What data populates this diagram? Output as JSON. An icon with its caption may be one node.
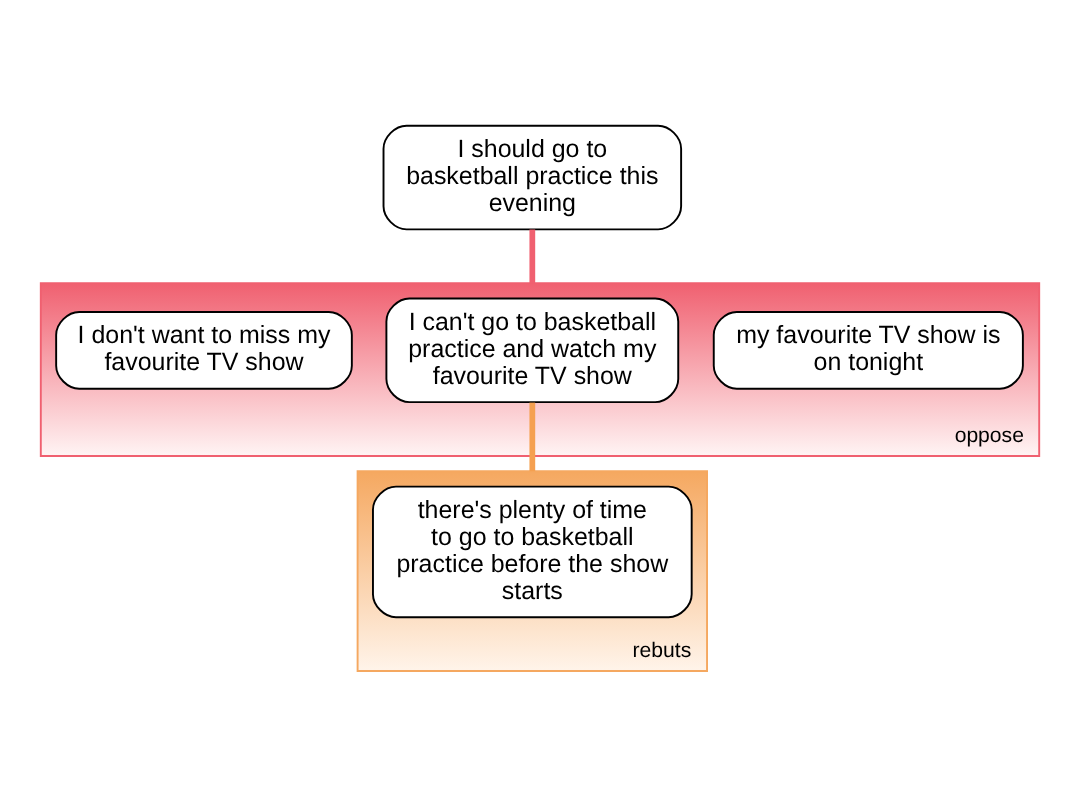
{
  "diagram": {
    "nodes": [
      {
        "text": [
          "I should go to basketball practice this evening"
        ]
      },
      {
        "text": [
          "oppose"
        ]
      },
      {
        "text": [
          "my favourite TV show is on tonight"
        ],
        "in": 1
      },
      {
        "text": [
          "I can't go to basketball practice and watch my favourite TV show"
        ],
        "in": 1
      },
      {
        "text": [
          "I don't want to miss my favourite TV show"
        ],
        "in": 1
      },
      {
        "text": [
          "rebuts"
        ]
      },
      {
        "text": [
          "there's plenty of time to go to basketball practice before the show starts"
        ],
        "in": 5
      }
    ],
    "edges": [
      {
        "from": 1,
        "to": 0,
        "arrow": "none",
        "color": "#f06070"
      },
      {
        "from": 5,
        "to": 3,
        "arrow": "none",
        "color": "#f5a050"
      }
    ]
  }
}
